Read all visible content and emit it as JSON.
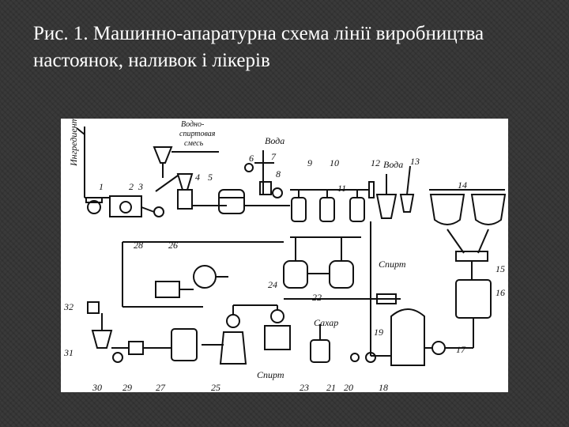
{
  "slide": {
    "title_line1": "Рис. 1. Машинно-апаратурна схема лінії виробництва",
    "title_line2": "настоянок, наливок і лікерів"
  },
  "diagram": {
    "labels": {
      "ingredients": "Ингредиенты",
      "water_alcohol_1": "Водно-",
      "water_alcohol_2": "спиртовая",
      "water_alcohol_3": "смесь",
      "water_1": "Вода",
      "water_2": "Вода",
      "alcohol_1": "Спирт",
      "alcohol_2": "Спирт",
      "sugar": "Сахар"
    },
    "numbers": [
      "1",
      "2",
      "3",
      "4",
      "5",
      "6",
      "7",
      "8",
      "9",
      "10",
      "11",
      "12",
      "13",
      "14",
      "15",
      "16",
      "17",
      "18",
      "19",
      "20",
      "21",
      "22",
      "23",
      "24",
      "25",
      "26",
      "27",
      "28",
      "29",
      "30",
      "31",
      "32"
    ]
  }
}
